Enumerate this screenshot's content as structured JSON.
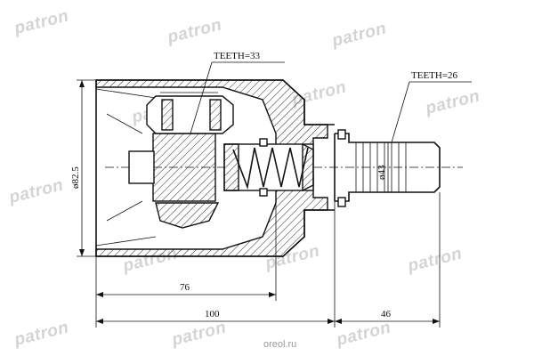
{
  "watermark": {
    "brand": "patron",
    "site": "oreol.ru"
  },
  "labels": {
    "teeth_left": "TEETH=33",
    "teeth_right": "TEETH=26",
    "dia_outer": "ø82.5",
    "dia_shaft": "ø43",
    "dim_76": "76",
    "dim_100": "100",
    "dim_46": "46"
  }
}
